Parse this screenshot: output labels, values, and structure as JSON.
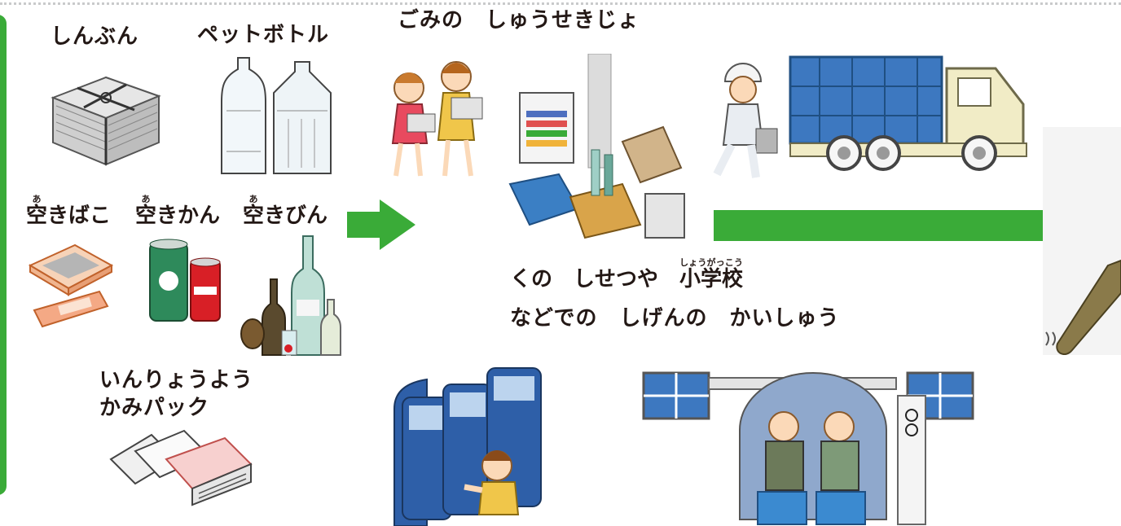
{
  "colors": {
    "accent_green": "#3aab38",
    "dotted_line": "#c9cacb",
    "text": "#231815"
  },
  "items": {
    "newspaper": "しんぶん",
    "pet_bottle": "ペットボトル",
    "empty_box": {
      "kanji": "空",
      "ruby": "あ",
      "rest": "きばこ"
    },
    "empty_can": {
      "kanji": "空",
      "ruby": "あ",
      "rest": "きかん"
    },
    "empty_bottle": {
      "kanji": "空",
      "ruby": "あ",
      "rest": "きびん"
    },
    "drink_carton_line1": "いんりょうよう",
    "drink_carton_line2": "かみパック"
  },
  "collection_point": "ごみの　しゅうせきじょ",
  "community": {
    "line1_prefix": "くの　しせつや　",
    "school_kanji": "小学校",
    "school_ruby": "しょうがっこう",
    "line2": "などでの　しげんの　かいしゅう"
  },
  "icons": [
    "newspaper-bundle-icon",
    "pet-bottles-icon",
    "paper-box-icon",
    "cans-icon",
    "glass-bottles-icon",
    "milk-cartons-icon",
    "children-carrying-icon",
    "collection-point-icon",
    "worker-icon",
    "truck-icon",
    "broken-bottle-icon",
    "recycling-machine-icon",
    "school-collection-icon"
  ]
}
